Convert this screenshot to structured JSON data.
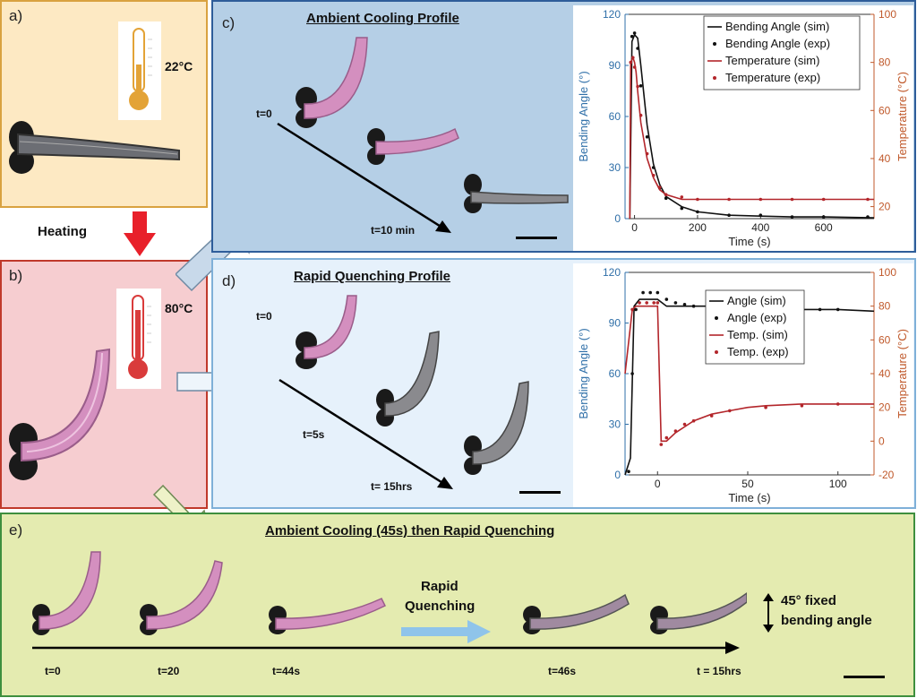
{
  "panels": {
    "a": {
      "label": "a)",
      "temp": "22°C"
    },
    "b": {
      "label": "b)",
      "temp": "80°C"
    },
    "c": {
      "label": "c)",
      "title": "Ambient Cooling Profile",
      "t0": "t=0",
      "t1": "t=10 min"
    },
    "d": {
      "label": "d)",
      "title": "Rapid Quenching Profile",
      "t0": "t=0",
      "t1": "t=5s",
      "t2": "t= 15hrs"
    },
    "e": {
      "label": "e)",
      "title": "Ambient Cooling (45s) then Rapid Quenching",
      "times": [
        "t=0",
        "t=20",
        "t=44s",
        "t=46s",
        "t = 15hrs"
      ],
      "rapid": [
        "Rapid",
        "Quenching"
      ],
      "fixed": [
        "45° fixed",
        "bending angle"
      ]
    }
  },
  "heating": "Heating",
  "colors": {
    "panelA": "#fde9c3",
    "panelA_border": "#d9a240",
    "panelB": "#f6cdd0",
    "panelB_border": "#c0392b",
    "panelC": "#b5cfe6",
    "panelC_border": "#2e5d9a",
    "panelD": "#e6f1fb",
    "panelD_border": "#7fb0d8",
    "panelE": "#e4ebb0",
    "panelE_border": "#3e8f3e",
    "arrowRed": "#e8202a",
    "axisLeft": "#2f6fa8",
    "axisRight": "#c0592b"
  },
  "chart_data": [
    {
      "type": "line",
      "xlabel": "Time (s)",
      "ylabel": "Bending Angle (°)",
      "y2label": "Temperature (°C)",
      "xticks": [
        "0",
        "200",
        "400",
        "600"
      ],
      "yticks": [
        "0",
        "30",
        "60",
        "90",
        "120"
      ],
      "y2ticks": [
        "20",
        "40",
        "60",
        "80",
        "100"
      ],
      "xlim": [
        -30,
        760
      ],
      "ylim": [
        0,
        120
      ],
      "y2lim": [
        15,
        100
      ],
      "legend": [
        "Bending Angle (sim)",
        "Bending Angle (exp)",
        "Temperature (sim)",
        "Temperature (exp)"
      ],
      "series": [
        {
          "name": "Bending Angle (sim)",
          "axis": "left",
          "x": [
            -15,
            -8,
            0,
            10,
            20,
            40,
            60,
            80,
            100,
            150,
            200,
            300,
            400,
            500,
            600,
            760
          ],
          "y": [
            0,
            104,
            108,
            106,
            90,
            55,
            32,
            20,
            13,
            7,
            4,
            2,
            1.5,
            1,
            1,
            0.5
          ]
        },
        {
          "name": "Bending Angle (exp)",
          "axis": "left",
          "x": [
            -8,
            0,
            10,
            20,
            40,
            60,
            80,
            100,
            150,
            200,
            300,
            400,
            500,
            600,
            740
          ],
          "y": [
            107,
            109,
            100,
            78,
            48,
            30,
            18,
            12,
            6,
            4,
            2,
            2,
            1,
            1,
            1
          ]
        },
        {
          "name": "Temperature (sim)",
          "axis": "right",
          "x": [
            -15,
            -12,
            -5,
            0,
            5,
            10,
            20,
            40,
            60,
            80,
            100,
            150,
            200,
            760
          ],
          "y": [
            15,
            80,
            82,
            80,
            76,
            68,
            55,
            40,
            32,
            27,
            25,
            23,
            23,
            23
          ]
        },
        {
          "name": "Temperature (exp)",
          "axis": "right",
          "x": [
            -12,
            -5,
            0,
            10,
            20,
            40,
            60,
            80,
            100,
            150,
            200,
            300,
            400,
            500,
            600,
            740
          ],
          "y": [
            80,
            82,
            78,
            70,
            58,
            42,
            33,
            28,
            25,
            24,
            23,
            23,
            23,
            23,
            23,
            23
          ]
        }
      ]
    },
    {
      "type": "line",
      "xlabel": "Time (s)",
      "ylabel": "Bending Angle (°)",
      "y2label": "Temperature (°C)",
      "xticks": [
        "0",
        "50",
        "100"
      ],
      "yticks": [
        "0",
        "30",
        "60",
        "90",
        "120"
      ],
      "y2ticks": [
        "-20",
        "0",
        "20",
        "40",
        "60",
        "80",
        "100"
      ],
      "xlim": [
        -18,
        120
      ],
      "ylim": [
        0,
        120
      ],
      "y2lim": [
        -20,
        100
      ],
      "legend": [
        "Angle (sim)",
        "Angle (exp)",
        "Temp. (sim)",
        "Temp. (exp)"
      ],
      "series": [
        {
          "name": "Angle (sim)",
          "axis": "left",
          "x": [
            -18,
            -15,
            -13,
            -10,
            0,
            5,
            20,
            40,
            60,
            80,
            100,
            120
          ],
          "y": [
            0,
            10,
            100,
            104,
            104,
            100,
            100,
            100,
            99,
            98,
            98,
            97
          ]
        },
        {
          "name": "Angle (exp)",
          "axis": "left",
          "x": [
            -16,
            -14,
            -12,
            -8,
            -4,
            0,
            5,
            10,
            15,
            20,
            30,
            40,
            50,
            60,
            70,
            80,
            90,
            100
          ],
          "y": [
            2,
            60,
            98,
            108,
            108,
            108,
            104,
            102,
            101,
            100,
            100,
            100,
            99,
            99,
            98,
            98,
            98,
            98
          ]
        },
        {
          "name": "Temp. (sim)",
          "axis": "right",
          "x": [
            -18,
            -14,
            -12,
            0,
            1,
            2,
            5,
            10,
            20,
            30,
            40,
            50,
            60,
            80,
            100,
            120
          ],
          "y": [
            40,
            78,
            80,
            80,
            40,
            0,
            0,
            5,
            12,
            16,
            18,
            20,
            21,
            22,
            22,
            22
          ]
        },
        {
          "name": "Temp. (exp)",
          "axis": "right",
          "x": [
            -14,
            -10,
            -6,
            -2,
            0,
            2,
            5,
            10,
            15,
            20,
            30,
            40,
            60,
            80,
            100
          ],
          "y": [
            78,
            82,
            82,
            82,
            82,
            -2,
            2,
            6,
            10,
            12,
            15,
            18,
            20,
            21,
            22
          ]
        }
      ]
    }
  ]
}
